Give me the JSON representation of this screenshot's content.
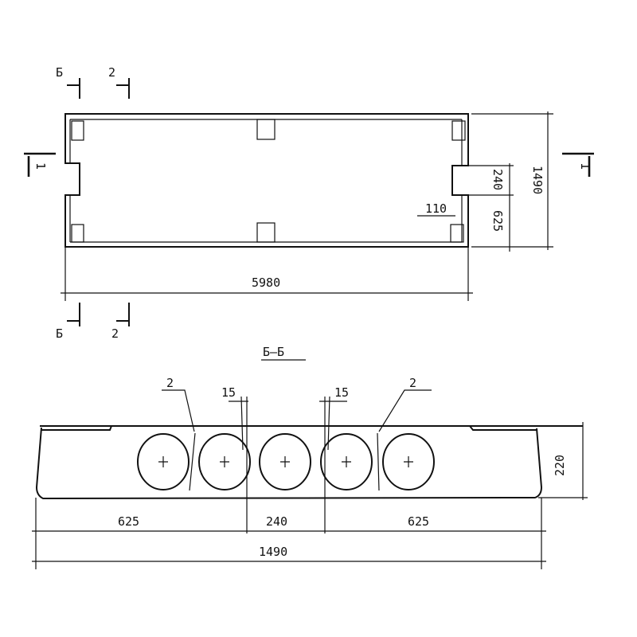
{
  "plan": {
    "section_mark_b_top": "Б",
    "section_mark_2_top": "2",
    "section_mark_b_bottom": "Б",
    "section_mark_2_bottom": "2",
    "section_mark_1_left": "1",
    "section_mark_1_right": "1",
    "dim_length": "5980",
    "dim_width": "1490",
    "dim_notch": "240",
    "dim_offset": "625",
    "dim_notch_depth": "110"
  },
  "section": {
    "title": "Б–Б",
    "leader_2_left": "2",
    "leader_2_right": "2",
    "dim_15_left": "15",
    "dim_15_right": "15",
    "dim_height": "220",
    "dim_left": "625",
    "dim_middle": "240",
    "dim_right": "625",
    "dim_total": "1490"
  }
}
